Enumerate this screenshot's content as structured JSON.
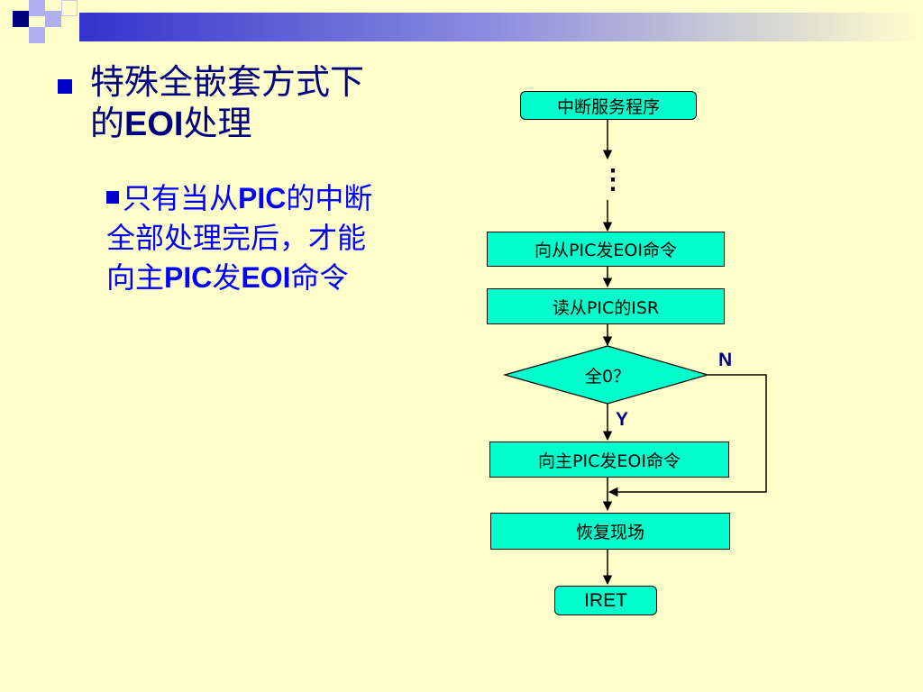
{
  "slide": {
    "title_part1": "特殊全嵌套方式下的",
    "title_eoi": "EOI",
    "title_part2": "处理",
    "sub_part1": "只有当从",
    "sub_pic1": "PIC",
    "sub_part2": "的中断全部处理完后，才能向主",
    "sub_pic2": "PIC",
    "sub_part3": "发",
    "sub_eoi": "EOI",
    "sub_part4": "命令"
  },
  "flowchart": {
    "start": "中断服务程序",
    "ellipsis": "⋮",
    "step1": "向从PIC发EOI命令",
    "step2": "读从PIC的ISR",
    "decision": "全0？",
    "label_no": "N",
    "label_yes": "Y",
    "step3": "向主PIC发EOI命令",
    "step4": "恢复现场",
    "end": "IRET"
  },
  "colors": {
    "background": "#ffffcc",
    "box_fill": "#00ffcc",
    "title": "#000080",
    "subtext": "#0000ff"
  }
}
